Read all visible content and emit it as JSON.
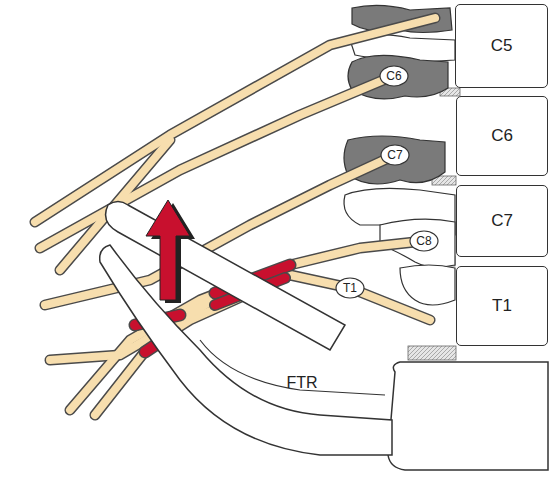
{
  "diagram": {
    "nodes": [
      {
        "text": [
          "C5"
        ]
      },
      {
        "text": [
          "C6"
        ]
      },
      {
        "text": [
          "C6"
        ]
      },
      {
        "text": [
          "C7"
        ]
      },
      {
        "text": [
          "C7"
        ]
      },
      {
        "text": [
          "C8"
        ]
      },
      {
        "text": [
          "T1"
        ]
      },
      {
        "text": [
          "T1"
        ]
      },
      {
        "text": [
          "FTR"
        ]
      }
    ]
  }
}
